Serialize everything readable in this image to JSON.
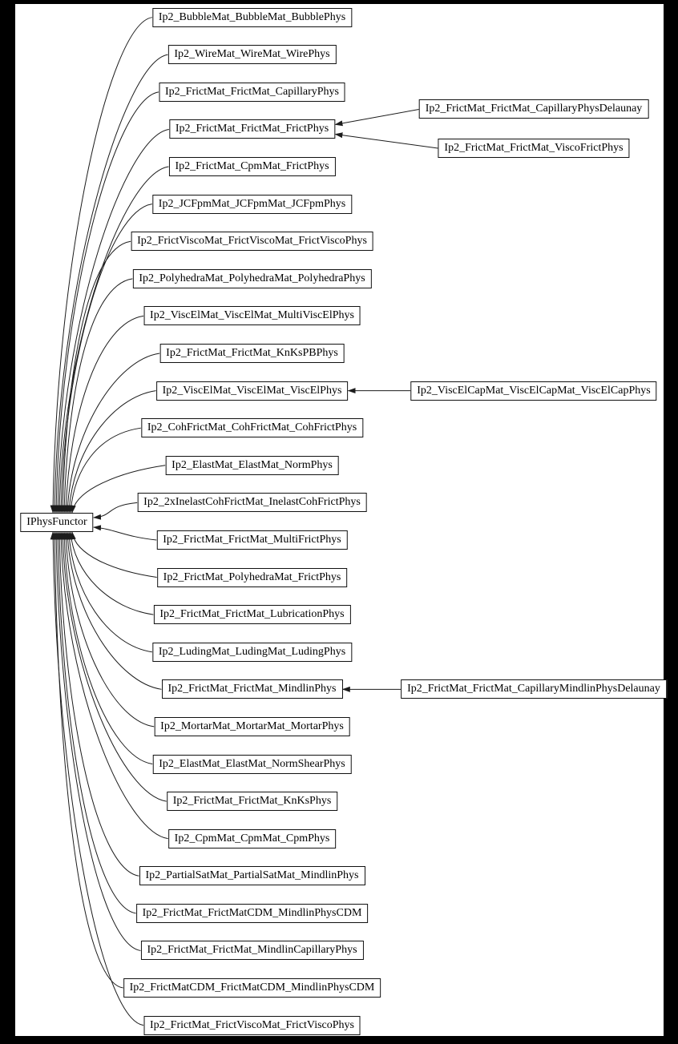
{
  "colors": {
    "page_background": "#000000",
    "canvas_background": "#ffffff",
    "node_fill": "#ffffff",
    "node_border": "#111111",
    "edge": "#1c1c1c",
    "text": "#000000"
  },
  "diagram": {
    "root": {
      "label": "IPhysFunctor"
    },
    "children": [
      "Ip2_BubbleMat_BubbleMat_BubblePhys",
      "Ip2_WireMat_WireMat_WirePhys",
      "Ip2_FrictMat_FrictMat_CapillaryPhys",
      "Ip2_FrictMat_FrictMat_FrictPhys",
      "Ip2_FrictMat_CpmMat_FrictPhys",
      "Ip2_JCFpmMat_JCFpmMat_JCFpmPhys",
      "Ip2_FrictViscoMat_FrictViscoMat_FrictViscoPhys",
      "Ip2_PolyhedraMat_PolyhedraMat_PolyhedraPhys",
      "Ip2_ViscElMat_ViscElMat_MultiViscElPhys",
      "Ip2_FrictMat_FrictMat_KnKsPBPhys",
      "Ip2_ViscElMat_ViscElMat_ViscElPhys",
      "Ip2_CohFrictMat_CohFrictMat_CohFrictPhys",
      "Ip2_ElastMat_ElastMat_NormPhys",
      "Ip2_2xInelastCohFrictMat_InelastCohFrictPhys",
      "Ip2_FrictMat_FrictMat_MultiFrictPhys",
      "Ip2_FrictMat_PolyhedraMat_FrictPhys",
      "Ip2_FrictMat_FrictMat_LubricationPhys",
      "Ip2_LudingMat_LudingMat_LudingPhys",
      "Ip2_FrictMat_FrictMat_MindlinPhys",
      "Ip2_MortarMat_MortarMat_MortarPhys",
      "Ip2_ElastMat_ElastMat_NormShearPhys",
      "Ip2_FrictMat_FrictMat_KnKsPhys",
      "Ip2_CpmMat_CpmMat_CpmPhys",
      "Ip2_PartialSatMat_PartialSatMat_MindlinPhys",
      "Ip2_FrictMat_FrictMatCDM_MindlinPhysCDM",
      "Ip2_FrictMat_FrictMat_MindlinCapillaryPhys",
      "Ip2_FrictMatCDM_FrictMatCDM_MindlinPhysCDM",
      "Ip2_FrictMat_FrictViscoMat_FrictViscoPhys"
    ],
    "grandchildren": [
      {
        "label": "Ip2_FrictMat_FrictMat_CapillaryPhysDelaunay",
        "parent": "Ip2_FrictMat_FrictMat_FrictPhys"
      },
      {
        "label": "Ip2_FrictMat_FrictMat_ViscoFrictPhys",
        "parent": "Ip2_FrictMat_FrictMat_FrictPhys"
      },
      {
        "label": "Ip2_ViscElCapMat_ViscElCapMat_ViscElCapPhys",
        "parent": "Ip2_ViscElMat_ViscElMat_ViscElPhys"
      },
      {
        "label": "Ip2_FrictMat_FrictMat_CapillaryMindlinPhysDelaunay",
        "parent": "Ip2_FrictMat_FrictMat_MindlinPhys"
      }
    ]
  }
}
